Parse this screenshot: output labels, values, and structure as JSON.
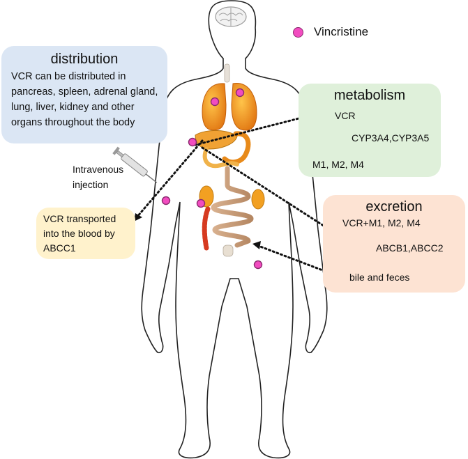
{
  "legend": {
    "label": "Vincristine",
    "dot_color": "#f24cc0"
  },
  "distribution": {
    "title": "distribution",
    "lines": [
      "VCR can be distributed in",
      "pancreas, spleen, adrenal gland,",
      "lung, liver, kidney and other",
      "organs throughout the body"
    ],
    "color": "#dbe6f4"
  },
  "metabolism": {
    "title": "metabolism",
    "substrate": "VCR",
    "enzymes": "CYP3A4,CYP3A5",
    "products": "M1, M2, M4",
    "color": "#dff0da"
  },
  "excretion": {
    "title": "excretion",
    "substrate": "VCR+M1, M2, M4",
    "transporters": "ABCB1,ABCC2",
    "route": "bile and feces",
    "color": "#fde3d3"
  },
  "transport": {
    "lines": [
      "VCR transported",
      "into the blood by",
      "ABCC1"
    ],
    "color": "#fff2cc"
  },
  "injection": {
    "lines": [
      "Intravenous",
      "injection"
    ]
  }
}
